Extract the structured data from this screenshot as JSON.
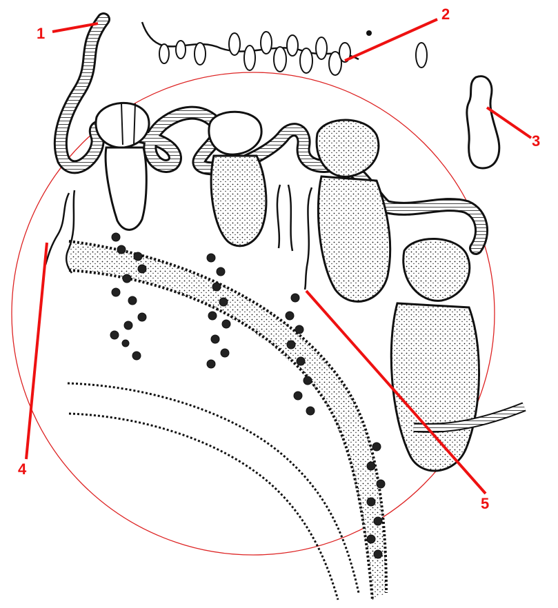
{
  "diagram": {
    "callouts": [
      {
        "id": "1",
        "text": "1"
      },
      {
        "id": "2",
        "text": "2"
      },
      {
        "id": "3",
        "text": "3"
      },
      {
        "id": "4",
        "text": "4"
      },
      {
        "id": "5",
        "text": "5"
      }
    ]
  },
  "colors": {
    "callout": "#ee1111",
    "ink": "#111111",
    "circle": "#dd2222",
    "background": "#ffffff"
  }
}
